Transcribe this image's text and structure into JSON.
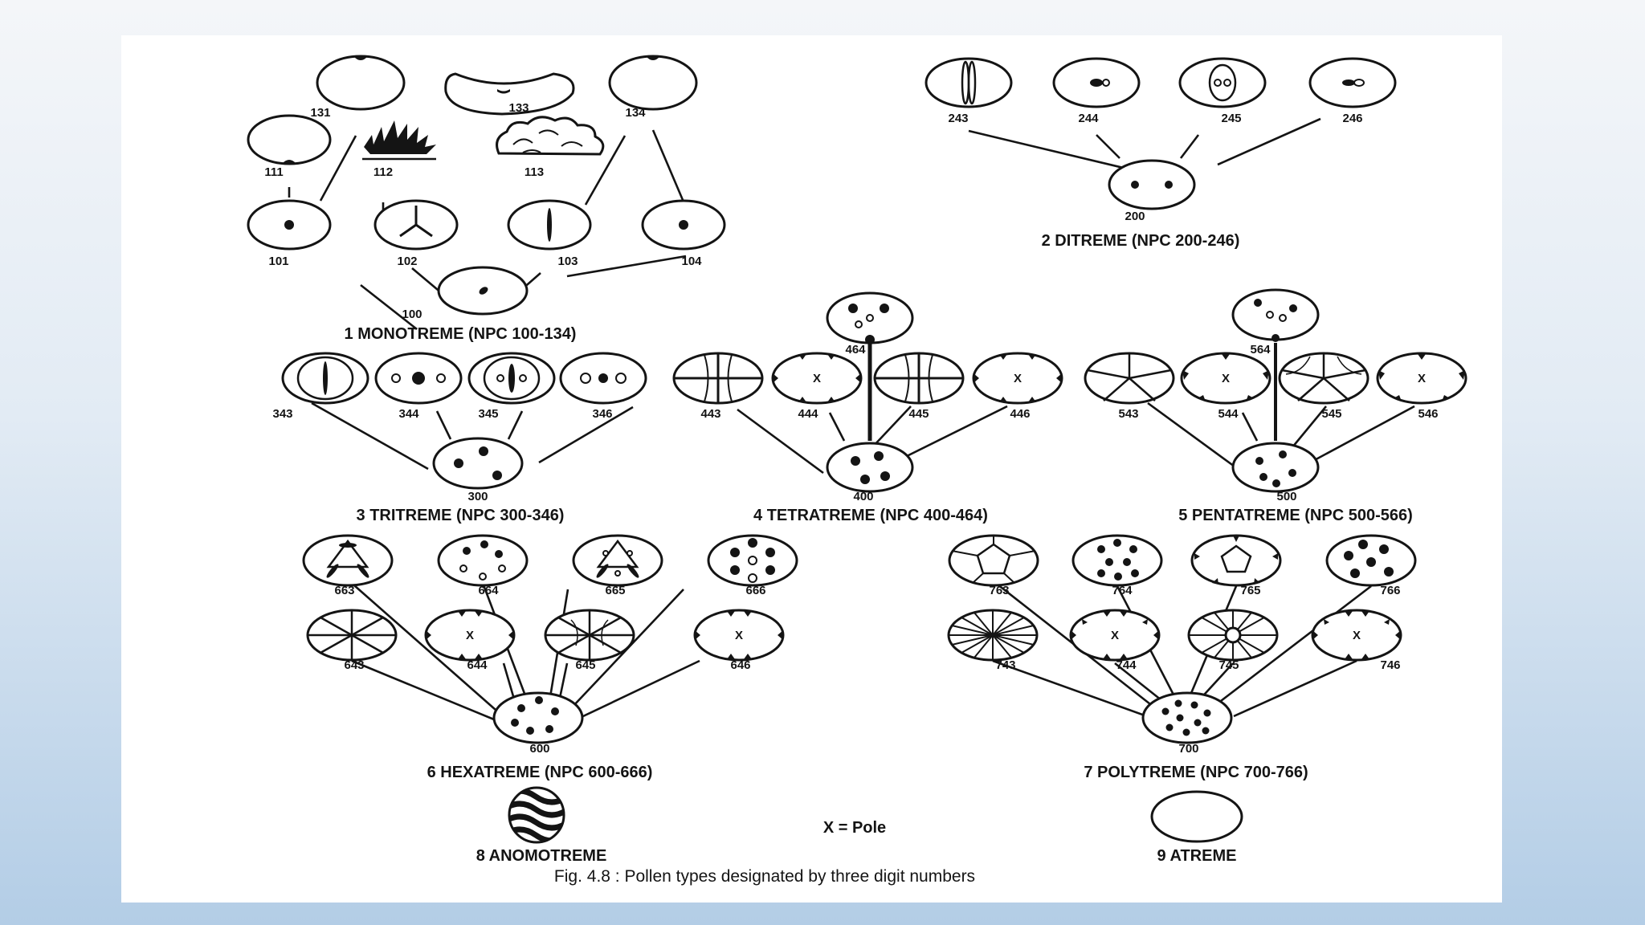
{
  "figure": {
    "caption": "Fig. 4.8 : Pollen types designated by three digit numbers",
    "legend": "X = Pole",
    "pole_mark": "X"
  },
  "groups": {
    "g1": "1 MONOTREME (NPC 100-134)",
    "g2": "2 DITREME (NPC 200-246)",
    "g3": "3 TRITREME (NPC 300-346)",
    "g4": "4 TETRATREME (NPC 400-464)",
    "g5": "5 PENTATREME (NPC 500-566)",
    "g6": "6 HEXATREME (NPC 600-666)",
    "g7": "7 POLYTREME (NPC 700-766)",
    "g8": "8 ANOMOTREME",
    "g9": "9 ATREME"
  },
  "labels": {
    "n100": "100",
    "n101": "101",
    "n102": "102",
    "n103": "103",
    "n104": "104",
    "n111": "111",
    "n112": "112",
    "n113": "113",
    "n131": "131",
    "n133": "133",
    "n134": "134",
    "n200": "200",
    "n243": "243",
    "n244": "244",
    "n245": "245",
    "n246": "246",
    "n300": "300",
    "n343": "343",
    "n344": "344",
    "n345": "345",
    "n346": "346",
    "n400": "400",
    "n443": "443",
    "n444": "444",
    "n445": "445",
    "n446": "446",
    "n464": "464",
    "n500": "500",
    "n543": "543",
    "n544": "544",
    "n545": "545",
    "n546": "546",
    "n564": "564",
    "n600": "600",
    "n643": "643",
    "n644": "644",
    "n645": "645",
    "n646": "646",
    "n663": "663",
    "n664": "664",
    "n665": "665",
    "n666": "666",
    "n700": "700",
    "n743": "743",
    "n744": "744",
    "n745": "745",
    "n746": "746",
    "n763": "763",
    "n764": "764",
    "n765": "765",
    "n766": "766"
  }
}
